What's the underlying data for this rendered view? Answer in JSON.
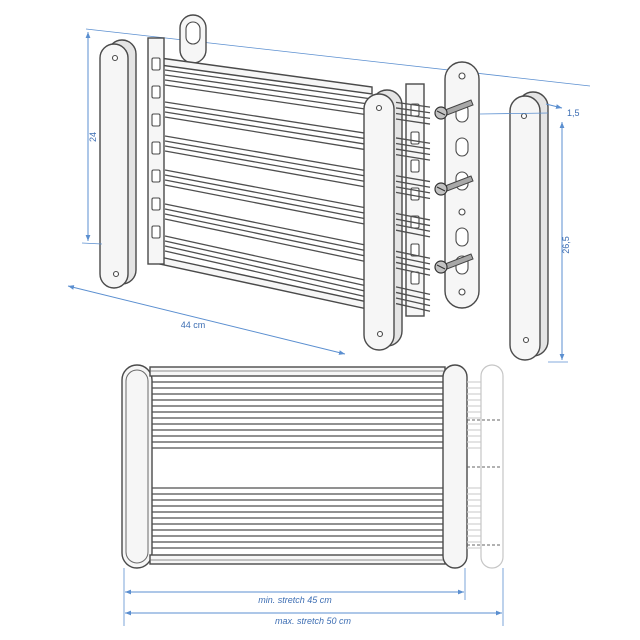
{
  "diagram": {
    "labels": {
      "height": "24",
      "length": "44 cm",
      "thickness": "1,5",
      "end_cap_height": "26,5",
      "min_stretch": "min. stretch 45 cm",
      "max_stretch": "max. stretch 50 cm"
    },
    "colors": {
      "outline": "#4a4a4a",
      "dimension": "#5b8fd0",
      "dimension_text": "#3d6eb3",
      "ghost": "#c6c6c6"
    }
  }
}
